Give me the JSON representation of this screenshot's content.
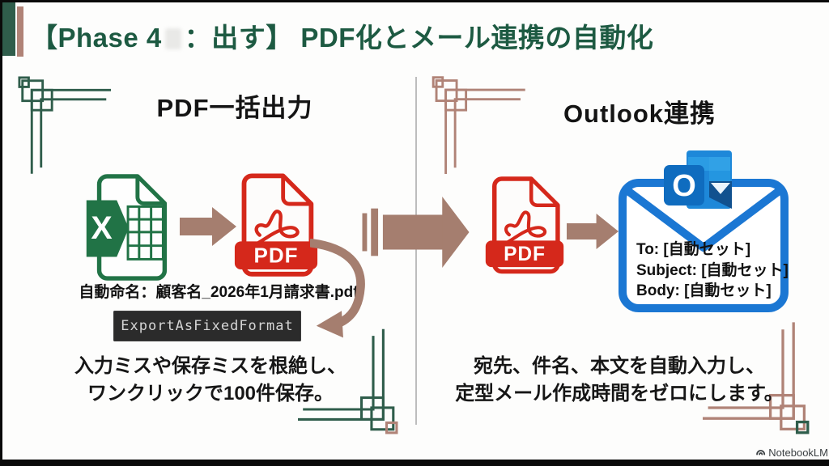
{
  "slide": {
    "title_prefix": "【Phase 4",
    "title_suffix": "：出す】 PDF化とメール連携の自動化",
    "watermark": "NotebookLM"
  },
  "left_panel": {
    "heading": "PDF一括出力",
    "excel_label": "X",
    "pdf_label": "PDF",
    "filename_caption": "自動命名：顧客名_2026年1月請求書.pdf",
    "code_snippet": "ExportAsFixedFormat",
    "description_line1": "入力ミスや保存ミスを根絶し、",
    "description_line2": "ワンクリックで100件保存。"
  },
  "right_panel": {
    "heading": "Outlook連携",
    "pdf_label": "PDF",
    "outlook_letter": "O",
    "email_fields": [
      "To: [自動セット]",
      "Subject: [自動セット]",
      "Body: [自動セット]"
    ],
    "description_line1": "宛先、件名、本文を自動入力し、",
    "description_line2": "定型メール作成時間をゼロにします。"
  },
  "colors": {
    "green_dark": "#1d5a42",
    "green_frame": "#2f5d4b",
    "excel_green": "#217346",
    "rose": "#b08377",
    "rose_arrow": "#a57e6f",
    "pdf_red": "#d5281b",
    "envelope_blue": "#1b77d3",
    "outlook_blue": "#0f6cbf",
    "outlook_light": "#31a1e6",
    "outlook_mid": "#1e88d9",
    "outlook_dark": "#11518f",
    "code_bg": "#2b2b2b",
    "code_text": "#d6d6d6"
  }
}
